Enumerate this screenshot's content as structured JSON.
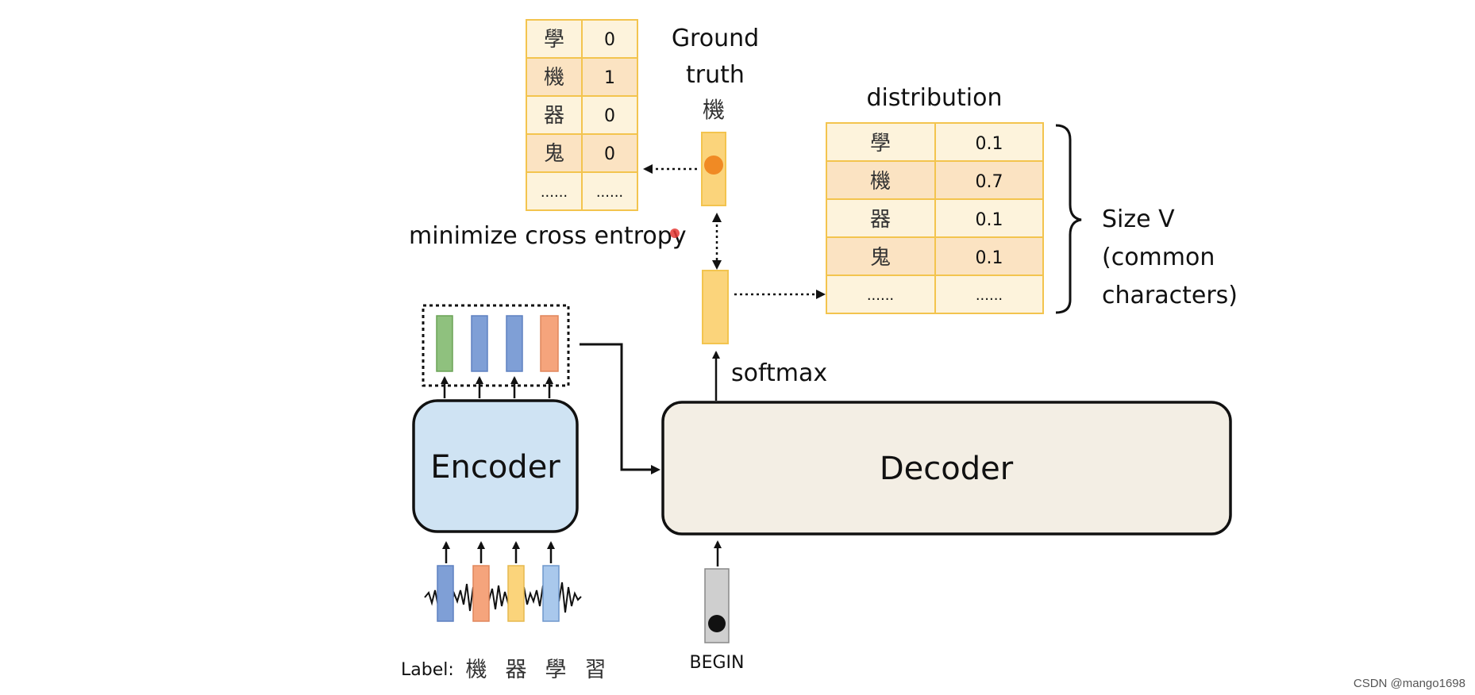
{
  "ground_truth": {
    "title_line1": "Ground",
    "title_line2": "truth",
    "char": "機",
    "rows": [
      {
        "char": "學",
        "value": "0"
      },
      {
        "char": "機",
        "value": "1"
      },
      {
        "char": "器",
        "value": "0"
      },
      {
        "char": "鬼",
        "value": "0"
      },
      {
        "char": "......",
        "value": "......"
      }
    ]
  },
  "distribution": {
    "title": "distribution",
    "rows": [
      {
        "char": "學",
        "value": "0.1"
      },
      {
        "char": "機",
        "value": "0.7"
      },
      {
        "char": "器",
        "value": "0.1"
      },
      {
        "char": "鬼",
        "value": "0.1"
      },
      {
        "char": "......",
        "value": "......"
      }
    ]
  },
  "size_v": {
    "line1": "Size V",
    "line2": "(common",
    "line3": "characters)"
  },
  "labels": {
    "minimize": "minimize cross entropy",
    "softmax": "softmax",
    "encoder": "Encoder",
    "decoder": "Decoder",
    "begin": "BEGIN",
    "label_prefix": "Label:",
    "label_chars": [
      "機",
      "器",
      "學",
      "習"
    ],
    "watermark": "CSDN @mango1698"
  },
  "colors": {
    "table_border": "#f3c44e",
    "table_bg": "#fdf3dc",
    "table_bg_alt": "#fbe3c2",
    "token_yellow": "#fbd47b",
    "token_blue": "#7f9fd6",
    "token_green": "#8fc17e",
    "token_orange": "#f5a47c",
    "encoder_bg": "#cfe3f3",
    "decoder_bg": "#f3eee4",
    "orange_dot": "#f08a24"
  }
}
